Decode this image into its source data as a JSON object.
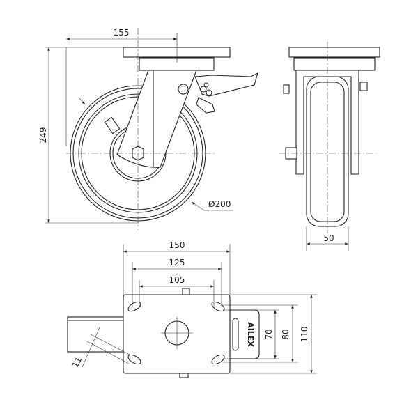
{
  "drawing": {
    "side_view": {
      "dim_width": "155",
      "dim_height": "249",
      "dim_diameter": "Ø200"
    },
    "front_view": {
      "dim_wheel_width": "50"
    },
    "top_view": {
      "dim_plate_width": "150",
      "dim_hole_spacing_outer": "125",
      "dim_hole_spacing_inner": "105",
      "dim_hole_slot_inner": "70",
      "dim_hole_slot_outer": "80",
      "dim_plate_depth": "110",
      "dim_hole_size": "11",
      "brand_mark": "AILEX"
    }
  }
}
